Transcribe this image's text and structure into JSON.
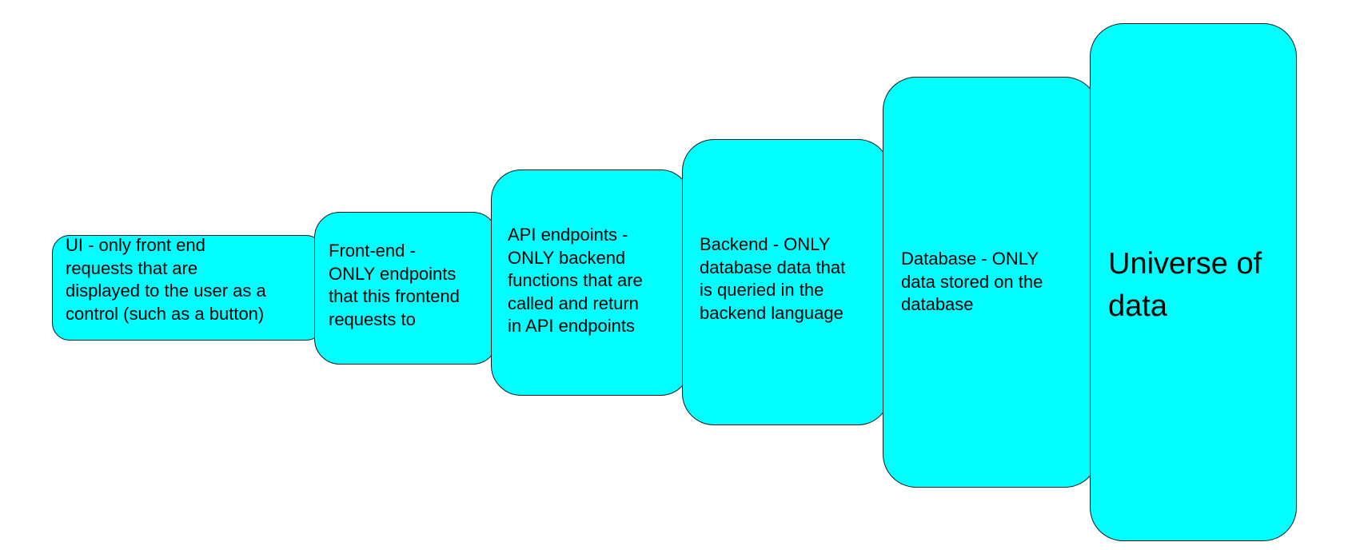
{
  "diagram": {
    "fill_color": "#00ffff",
    "stroke_color": "#1a1a1a",
    "boxes": [
      {
        "id": "ui",
        "label": "UI - only front end\nrequests that are\ndisplayed to the user as a\ncontrol (such as a button)"
      },
      {
        "id": "front-end",
        "label": "Front-end -\nONLY endpoints\nthat this frontend\nrequests to"
      },
      {
        "id": "api-endpoints",
        "label": "API endpoints -\nONLY backend\nfunctions that are\ncalled and return\nin API endpoints"
      },
      {
        "id": "backend",
        "label": "Backend - ONLY\ndatabase data that\nis queried in the\nbackend language"
      },
      {
        "id": "database",
        "label": "Database - ONLY\ndata stored on the\ndatabase"
      },
      {
        "id": "universe",
        "label": "Universe of\ndata"
      }
    ]
  }
}
